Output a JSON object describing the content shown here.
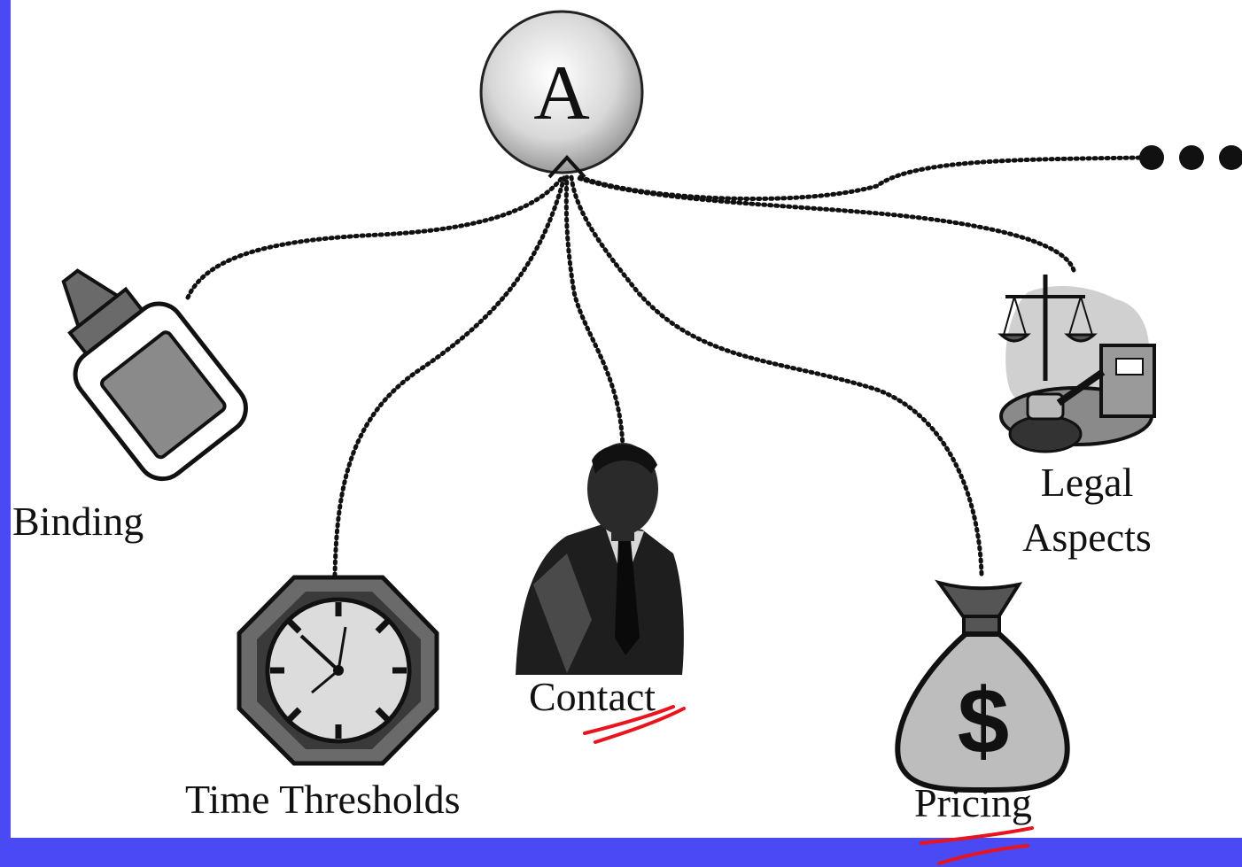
{
  "diagram": {
    "hub_label": "A",
    "labels": {
      "binding": "Binding",
      "time_thresholds": "Time Thresholds",
      "contact": "Contact",
      "pricing": "Pricing",
      "legal_line1": "Legal",
      "legal_line2": "Aspects"
    },
    "icons": [
      "glue-bottle-icon",
      "clock-icon",
      "businessman-icon",
      "money-bag-icon",
      "scales-of-justice-icon",
      "ellipsis-dots-icon"
    ],
    "money_symbol": "$"
  },
  "colors": {
    "frame": "#4a4af5",
    "background": "#ffffff",
    "annotation": "#e8141e",
    "icon_gray": "#808080",
    "ink": "#111111"
  }
}
